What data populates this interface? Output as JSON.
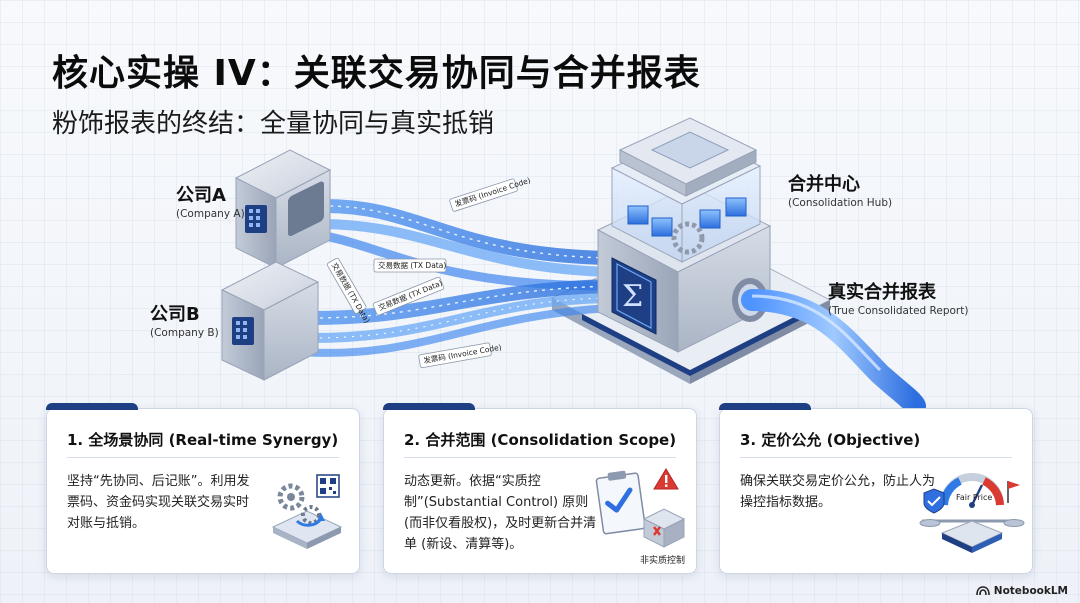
{
  "title": "核心实操 IV：关联交易协同与合并报表",
  "subtitle": "粉饰报表的终结：全量协同与真实抵销",
  "diagram": {
    "company_a": {
      "zh": "公司A",
      "en": "(Company A)"
    },
    "company_b": {
      "zh": "公司B",
      "en": "(Company B)"
    },
    "hub": {
      "zh": "合并中心",
      "en": "(Consolidation Hub)"
    },
    "report": {
      "zh": "真实合并报表",
      "en": "(True Consolidated Report)"
    },
    "stream_tags": {
      "invoice_code_top": "发票码 (Invoice Code)",
      "tx_data_a_1": "交易数据 (TX Data)",
      "tx_data_a_2": "交易数据 (TX Data)",
      "tx_data_b": "交易数据 (TX Data)",
      "invoice_code_bottom": "发票码 (Invoice Code)"
    },
    "hub_symbol": "Σ"
  },
  "cards": [
    {
      "title": "1. 全场景协同 (Real-time Synergy)",
      "body": "坚持“先协同、后记账”。利用发票码、资金码实现关联交易实时对账与抵销。"
    },
    {
      "title": "2. 合并范围 (Consolidation Scope)",
      "body": "动态更新。依据“实质控制”(Substantial Control) 原则 (而非仅看股权)，及时更新合并清单 (新设、清算等)。",
      "icon_caption": "非实质控制"
    },
    {
      "title": "3. 定价公允 (Objective)",
      "body": "确保关联交易定价公允，防止人为操控指标数据。",
      "icon_caption": "Fair Price"
    }
  ],
  "footer": {
    "brand": "NotebookLM"
  },
  "colors": {
    "accent_navy": "#1f3f84",
    "stream_blue": "#2f7ae5",
    "stream_light": "#9cc6ff",
    "alert_red": "#d93a32"
  }
}
